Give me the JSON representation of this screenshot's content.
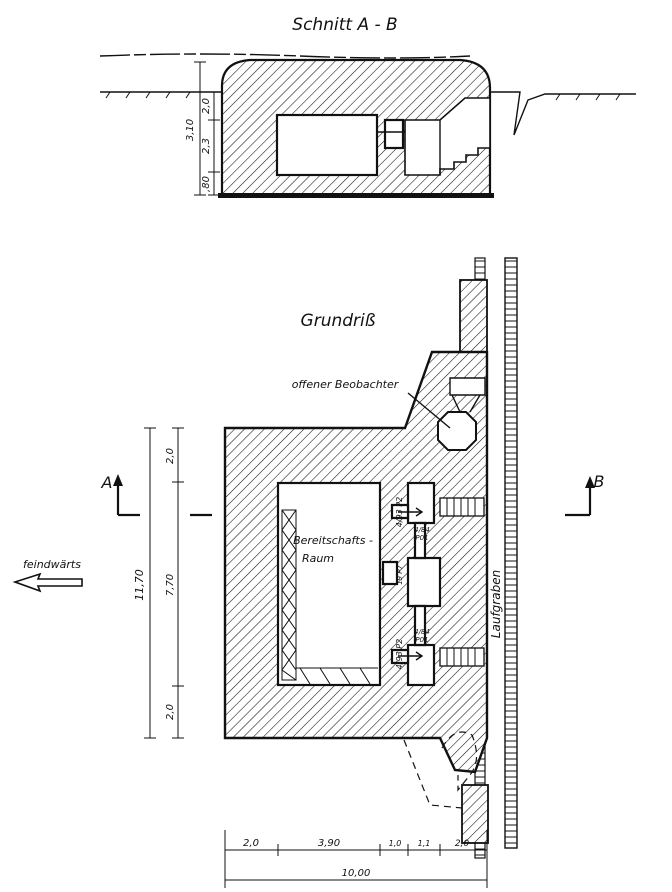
{
  "section_title": "Schnitt A - B",
  "plan_title": "Grundriß",
  "labels": {
    "observer": "offener Beobachter",
    "room_line1": "Bereitschafts -",
    "room_line2": "Raum",
    "trench": "Laufgraben",
    "enemy_direction": "feindwärts",
    "section_mark_a": "A",
    "section_mark_b": "B",
    "loophole_1": "4/93 P2",
    "loophole_2": "4/93 P2",
    "door_1a": "4/84",
    "door_1b": "P01",
    "door_2a": "4/84",
    "door_2b": "P01",
    "door_3": "19 P7"
  },
  "section_dims": {
    "total": "3,10",
    "top": "2,0",
    "middle": "2,3",
    "bottom": ",80"
  },
  "plan_vertical_dims": {
    "total": "11,70",
    "top": "2,0",
    "middle": "7,70",
    "bottom": "2,0"
  },
  "plan_horizontal_dims": {
    "segments": [
      "2,0",
      "3,90",
      "1,0",
      "1,1",
      "2,0"
    ],
    "total": "10,00"
  },
  "colors": {
    "ink": "#111111",
    "paper": "#ffffff"
  }
}
